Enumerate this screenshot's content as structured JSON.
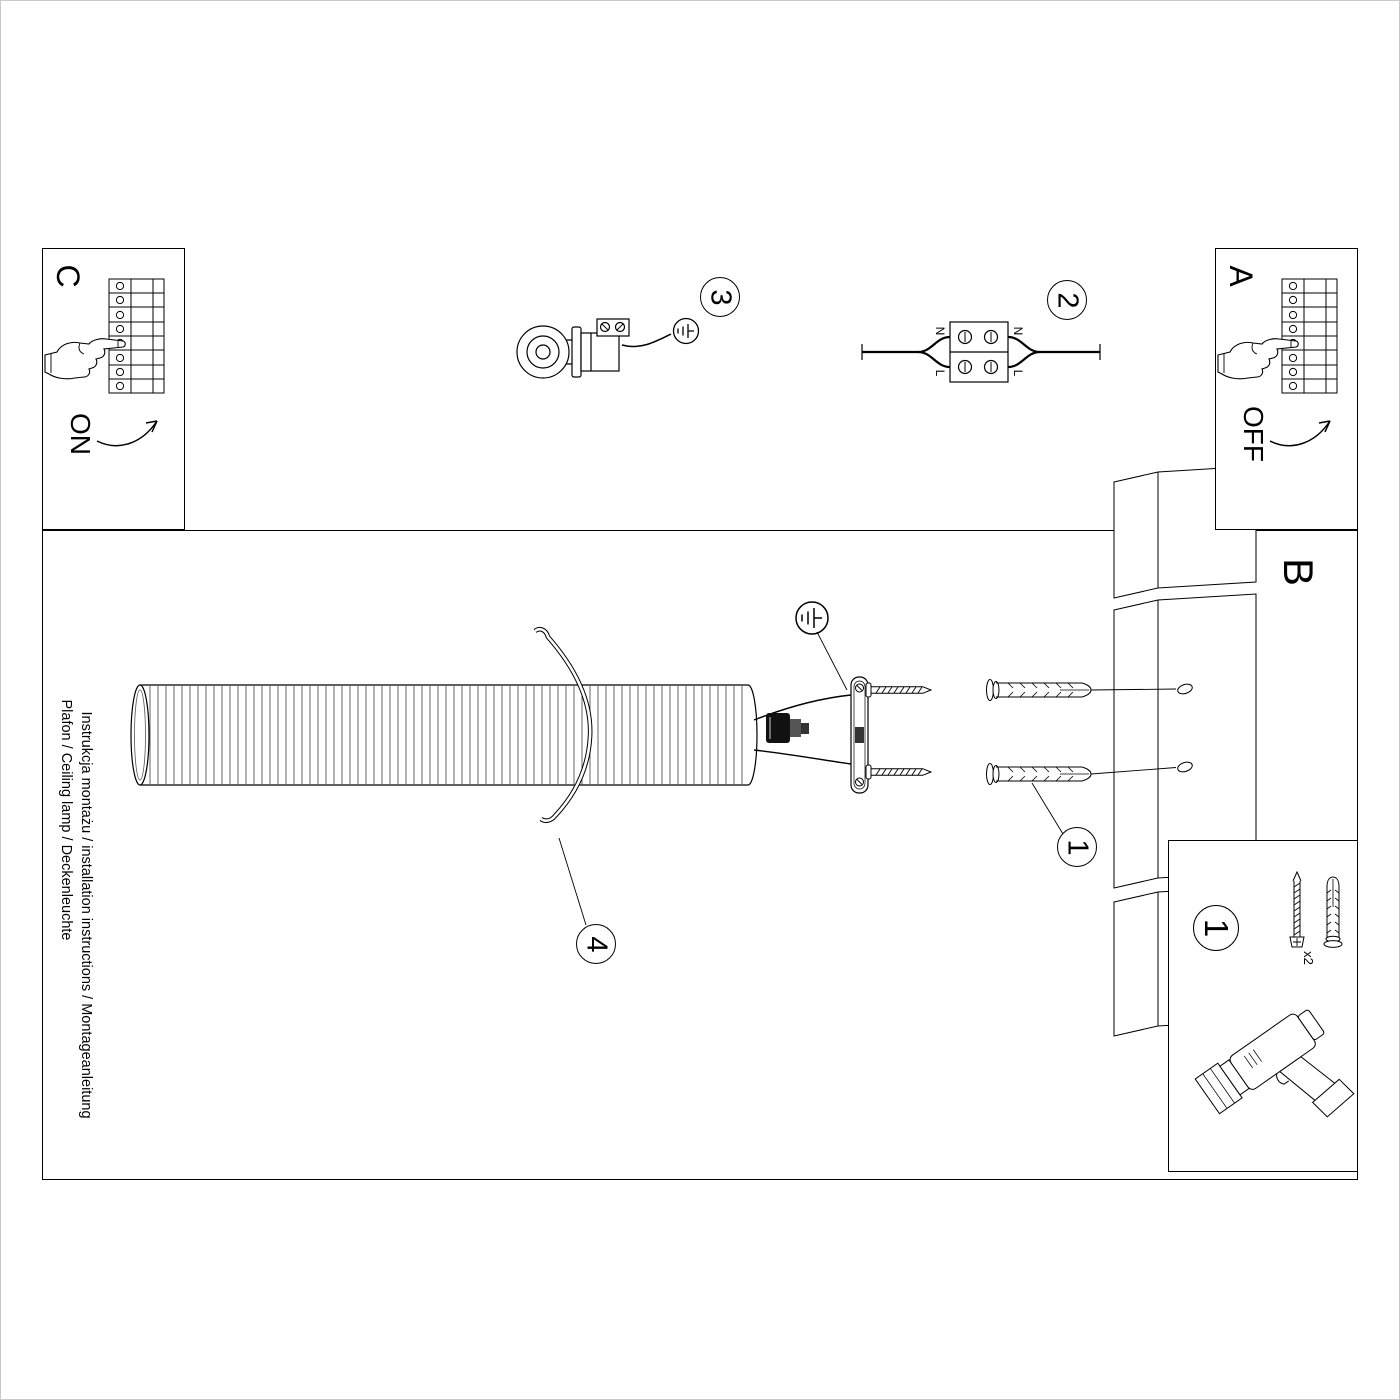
{
  "doc": {
    "instructions_line": "Instrukcja montażu / installation instructions / Montageanleitung",
    "product_line": "Plafon / Ceiling lamp / Deckenleuchte"
  },
  "panel_a": {
    "label": "A",
    "switch_state": "OFF"
  },
  "panel_b": {
    "label": "B"
  },
  "panel_c": {
    "label": "C",
    "switch_state": "ON"
  },
  "steps": {
    "step1": "1",
    "step2": "2",
    "step3": "3",
    "step4": "4"
  },
  "parts": {
    "badge": "1",
    "quantity": "x2"
  },
  "wiring_labels": {
    "n_left": "N",
    "l_left": "L",
    "n_right": "N",
    "l_right": "L"
  }
}
